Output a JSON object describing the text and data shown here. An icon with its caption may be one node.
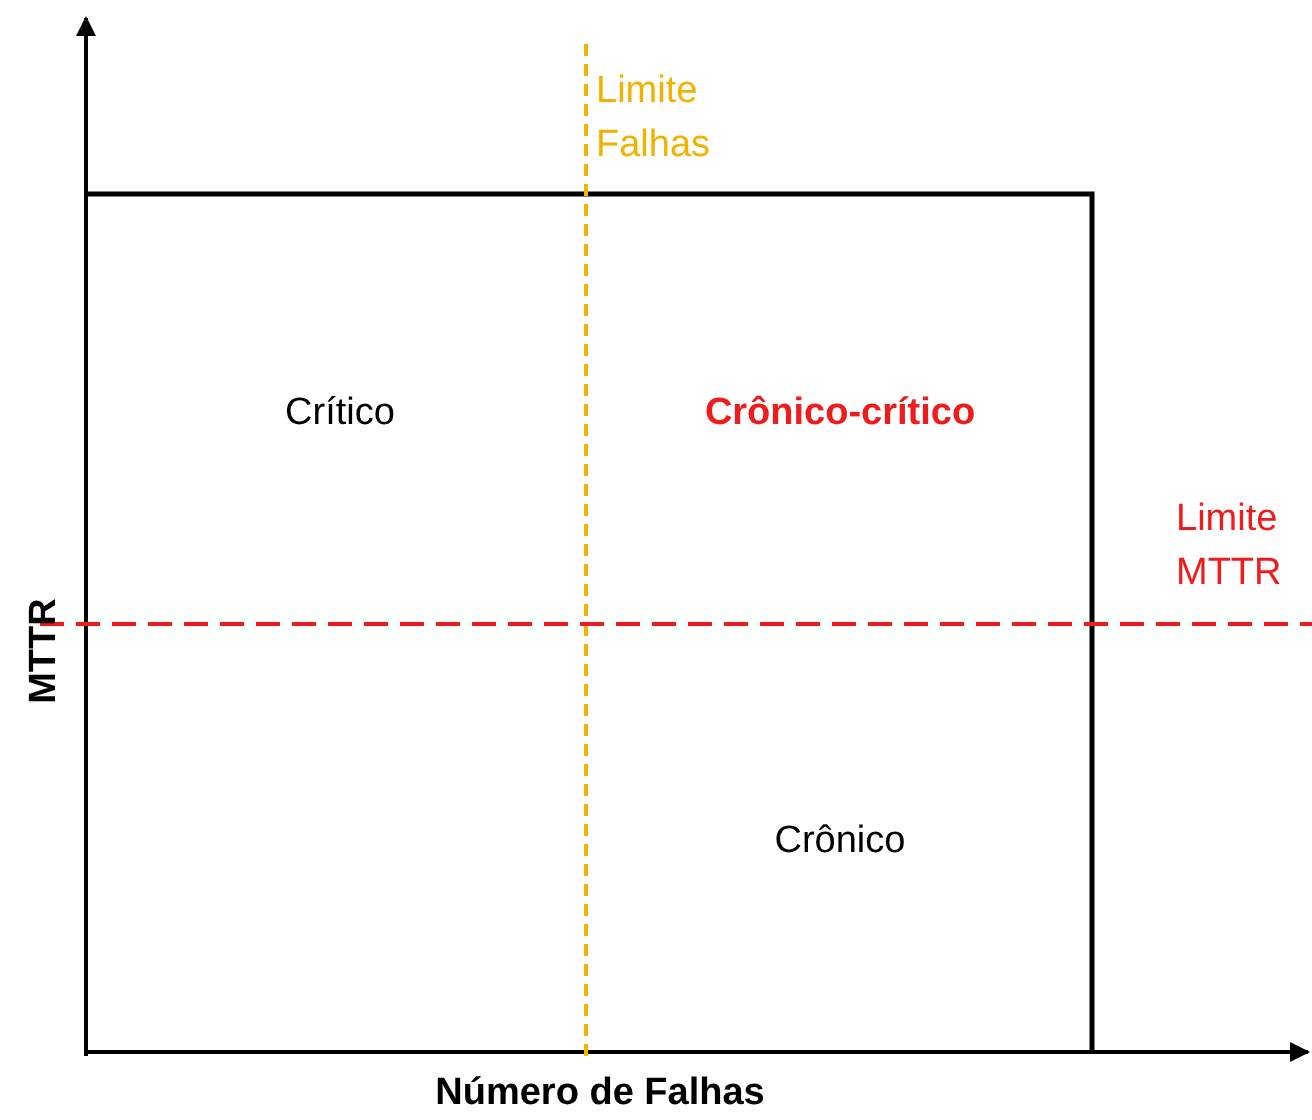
{
  "diagram": {
    "labels": [
      "Limite Falhas",
      "Crítico",
      "Crônico-crítico",
      "Limite MTTR",
      "MTTR",
      "Crônico",
      "Número de Falhas"
    ]
  }
}
